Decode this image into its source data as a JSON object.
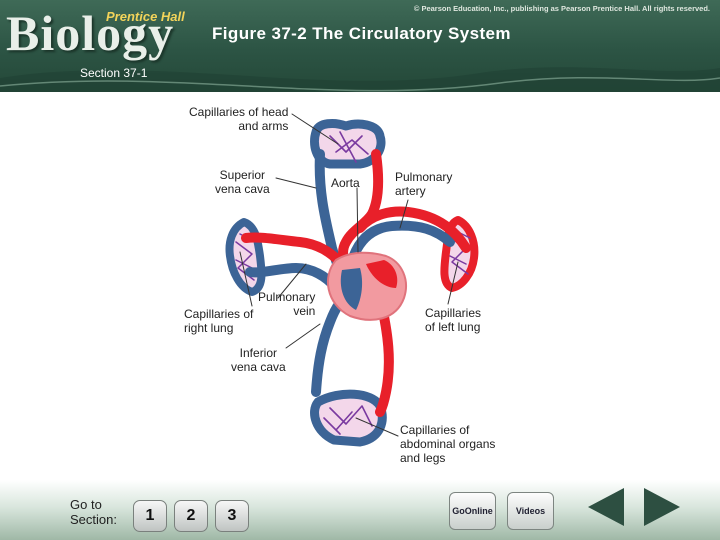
{
  "header": {
    "brand": "Biology",
    "brand_sub": "Prentice Hall",
    "copyright": "© Pearson Education, Inc., publishing as Pearson Prentice Hall. All rights reserved.",
    "title": "Figure 37-2 The Circulatory System",
    "section": "Section 37-1"
  },
  "diagram": {
    "labels": {
      "cap_head": [
        "Capillaries of head",
        "and arms"
      ],
      "sup_vena": [
        "Superior",
        "vena cava"
      ],
      "aorta": [
        "Aorta"
      ],
      "pulm_artery": [
        "Pulmonary",
        "artery"
      ],
      "pulm_vein": [
        "Pulmonary",
        "vein"
      ],
      "cap_right": [
        "Capillaries of",
        "right lung"
      ],
      "cap_left": [
        "Capillaries",
        "of left lung"
      ],
      "inf_vena": [
        "Inferior",
        "vena cava"
      ],
      "cap_abd": [
        "Capillaries of",
        "abdominal organs",
        "and legs"
      ]
    },
    "colors": {
      "oxygenated": "#e8202a",
      "deoxygenated": "#3c6496",
      "capillary": "#7a3aa0",
      "heart": "#f29aa0",
      "leader": "#333333"
    }
  },
  "footer": {
    "goto_line1": "Go to",
    "goto_line2": "Section:",
    "buttons": [
      "1",
      "2",
      "3"
    ],
    "go_online": "GoOnline",
    "videos": "Videos"
  },
  "icons": {
    "prev": "left-arrow-icon",
    "next": "right-arrow-icon"
  }
}
